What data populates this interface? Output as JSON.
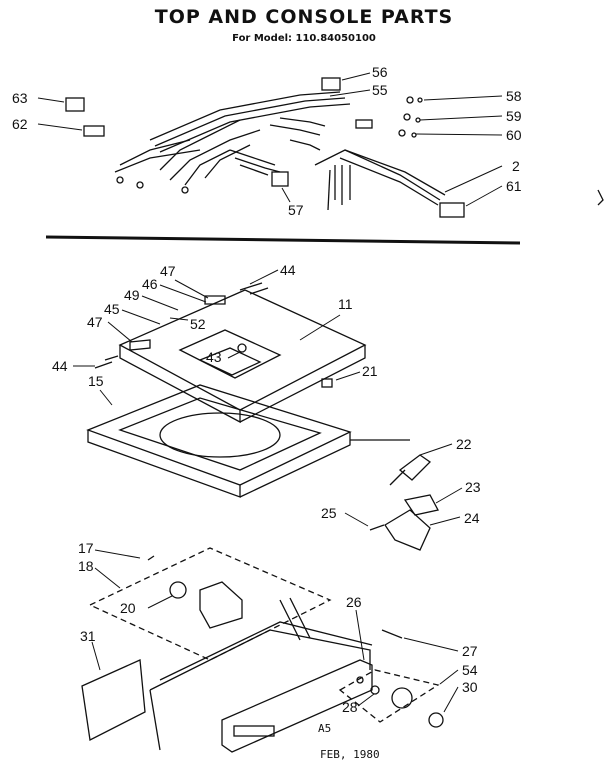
{
  "title": "TOP AND CONSOLE PARTS",
  "subtitle": "For Model: 110.84050100",
  "footer_code": "A5",
  "footer_date": "FEB, 1980",
  "part_labels": {
    "p56": "56",
    "p55": "55",
    "p63": "63",
    "p62": "62",
    "p58": "58",
    "p59": "59",
    "p60": "60",
    "p2": "2",
    "p61": "61",
    "p57": "57",
    "p47a": "47",
    "p44a": "44",
    "p46": "46",
    "p49": "49",
    "p45": "45",
    "p52": "52",
    "p47b": "47",
    "p11": "11",
    "p43": "43",
    "p44b": "44",
    "p15": "15",
    "p21": "21",
    "p22": "22",
    "p23": "23",
    "p25": "25",
    "p24": "24",
    "p17": "17",
    "p18": "18",
    "p20": "20",
    "p26": "26",
    "p31": "31",
    "p27": "27",
    "p54": "54",
    "p30": "30",
    "p28": "28"
  },
  "colors": {
    "ink": "#111111",
    "paper": "#ffffff"
  }
}
